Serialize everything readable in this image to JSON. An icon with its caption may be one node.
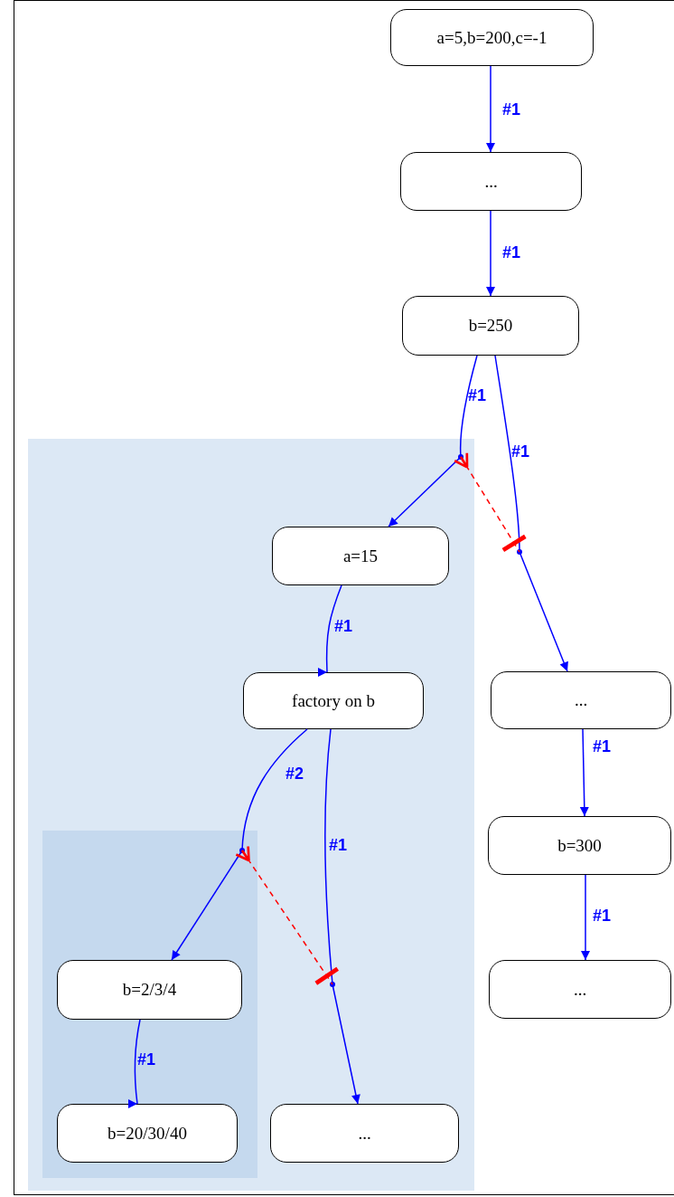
{
  "diagram": {
    "nodes": [
      {
        "text": [
          "a=5,b=200,c=-1"
        ]
      },
      {
        "text": [
          "..."
        ]
      },
      {
        "text": [
          "b=250"
        ]
      },
      {
        "text": [],
        "shape": "box"
      },
      {
        "text": [
          "a=15"
        ],
        "in": 3
      },
      {
        "text": [
          "factory on b"
        ],
        "in": 3
      },
      {
        "text": [],
        "shape": "box",
        "in": 3
      },
      {
        "text": [
          "b=2/3/4"
        ],
        "in": 6
      },
      {
        "text": [
          "b=20/30/40"
        ],
        "in": 6
      },
      {
        "text": [
          "..."
        ],
        "in": 3
      },
      {
        "text": [
          "..."
        ]
      },
      {
        "text": [
          "b=300"
        ]
      },
      {
        "text": [
          "..."
        ]
      },
      {
        "text": [],
        "shape": "point",
        "in": 3
      },
      {
        "text": [],
        "shape": "point"
      },
      {
        "text": [],
        "shape": "point",
        "in": 6
      },
      {
        "text": [],
        "shape": "point",
        "in": 3
      }
    ],
    "edges": [
      {
        "from": 0,
        "to": 1,
        "arrow": "to",
        "label": "#1"
      },
      {
        "from": 1,
        "to": 2,
        "arrow": "to",
        "label": "#1"
      },
      {
        "from": 2,
        "to": 13,
        "arrow": "none",
        "label": "#1"
      },
      {
        "from": 13,
        "to": 4,
        "arrow": "to"
      },
      {
        "from": 2,
        "to": 14,
        "arrow": "none",
        "label": "#1"
      },
      {
        "from": 14,
        "to": 10,
        "arrow": "to"
      },
      {
        "from": 4,
        "to": 5,
        "arrow": "to",
        "label": "#1"
      },
      {
        "from": 5,
        "to": 15,
        "arrow": "none",
        "label": "#2"
      },
      {
        "from": 15,
        "to": 7,
        "arrow": "to"
      },
      {
        "from": 5,
        "to": 16,
        "arrow": "none",
        "label": "#1"
      },
      {
        "from": 16,
        "to": 9,
        "arrow": "to"
      },
      {
        "from": 7,
        "to": 8,
        "arrow": "to",
        "label": "#1"
      },
      {
        "from": 10,
        "to": 11,
        "arrow": "to",
        "label": "#1"
      },
      {
        "from": 11,
        "to": 12,
        "arrow": "to",
        "label": "#1"
      },
      {
        "from": 13,
        "to": 14,
        "arrow": "other",
        "style": "dashed",
        "color": "#ff0000"
      },
      {
        "from": 15,
        "to": 16,
        "arrow": "other",
        "style": "dashed",
        "color": "#ff0000"
      }
    ]
  }
}
